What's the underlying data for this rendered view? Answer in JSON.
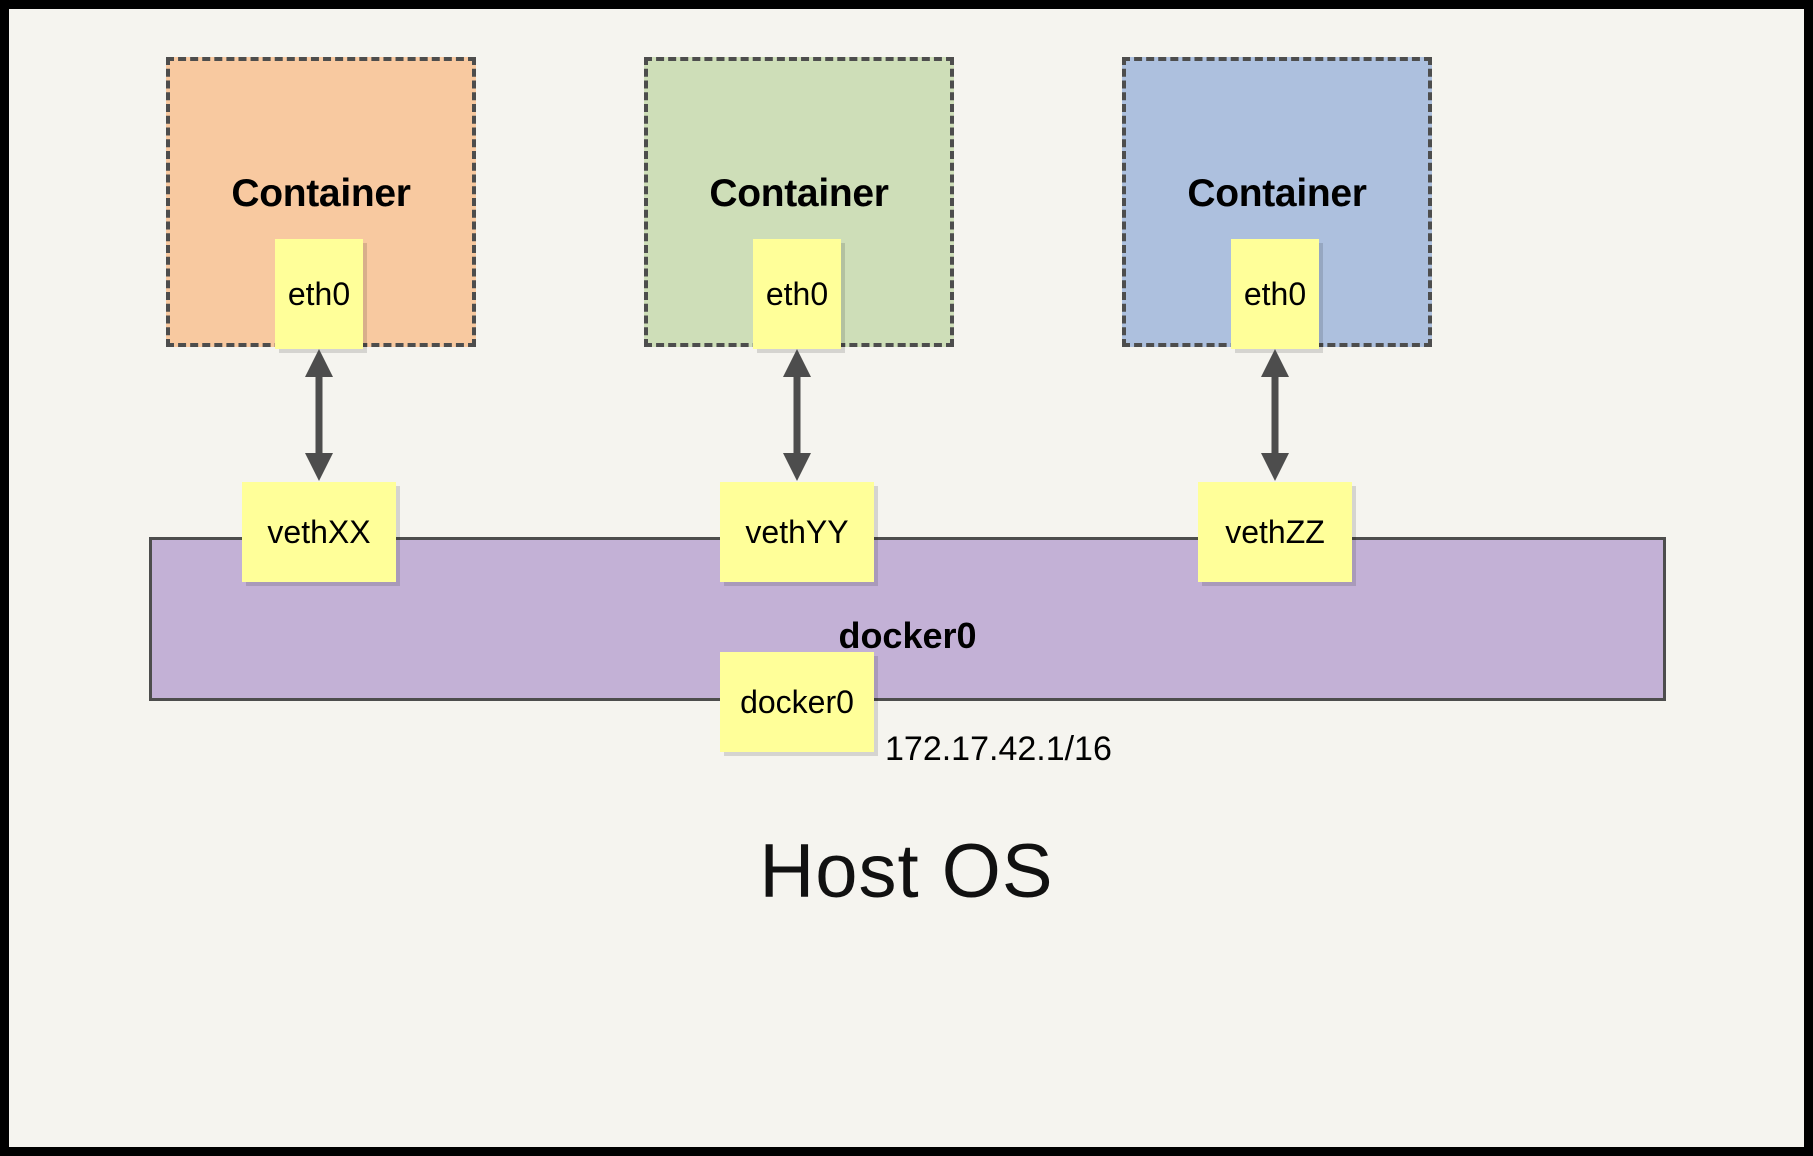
{
  "diagram": {
    "title_text": "Host OS",
    "background_color": "#f5f4ef",
    "frame_color": "#000000"
  },
  "containers": [
    {
      "label": "Container",
      "fill": "#f8c9a0",
      "interface": {
        "label": "eth0"
      }
    },
    {
      "label": "Container",
      "fill": "#cedeb8",
      "interface": {
        "label": "eth0"
      }
    },
    {
      "label": "Container",
      "fill": "#adc0de",
      "interface": {
        "label": "eth0"
      }
    }
  ],
  "veth_pairs": [
    {
      "label": "vethXX"
    },
    {
      "label": "vethYY"
    },
    {
      "label": "vethZZ"
    }
  ],
  "bridge": {
    "label": "docker0",
    "fill": "#c3b1d6",
    "interface_label": "docker0",
    "ip_address": "172.17.42.1/16"
  },
  "arrows": {
    "color": "#4d4d4d",
    "style": "double-headed",
    "count": 3
  },
  "note_color": "#ffff99"
}
